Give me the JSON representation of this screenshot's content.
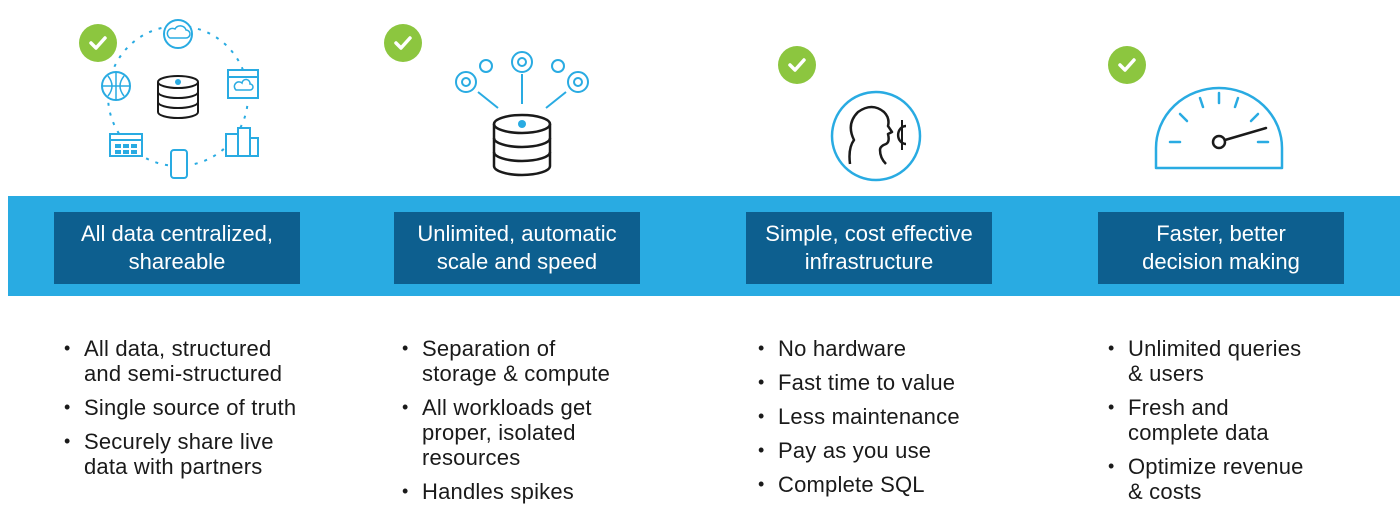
{
  "colors": {
    "band": "#29abe2",
    "box": "#0d5f8f",
    "check": "#8cc63f",
    "icon": "#29abe2",
    "icon_dark": "#1a1a1a"
  },
  "columns": [
    {
      "icon": "data-network-icon",
      "title": "All data centralized,\nshareable",
      "bullets": [
        "All data, structured\nand semi-structured",
        "Single source of truth",
        "Securely share live\ndata with partners"
      ]
    },
    {
      "icon": "database-gears-icon",
      "title": "Unlimited, automatic\nscale and speed",
      "bullets": [
        "Separation of\nstorage & compute",
        "All workloads get\nproper, isolated\nresources",
        "Handles spikes"
      ]
    },
    {
      "icon": "person-cost-icon",
      "title": "Simple, cost effective\ninfrastructure",
      "bullets": [
        "No hardware",
        "Fast time to value",
        "Less maintenance",
        "Pay as you use",
        "Complete SQL"
      ]
    },
    {
      "icon": "speedometer-icon",
      "title": "Faster, better\ndecision making",
      "bullets": [
        "Unlimited queries\n& users",
        "Fresh and\ncomplete data",
        "Optimize revenue\n& costs"
      ]
    }
  ]
}
